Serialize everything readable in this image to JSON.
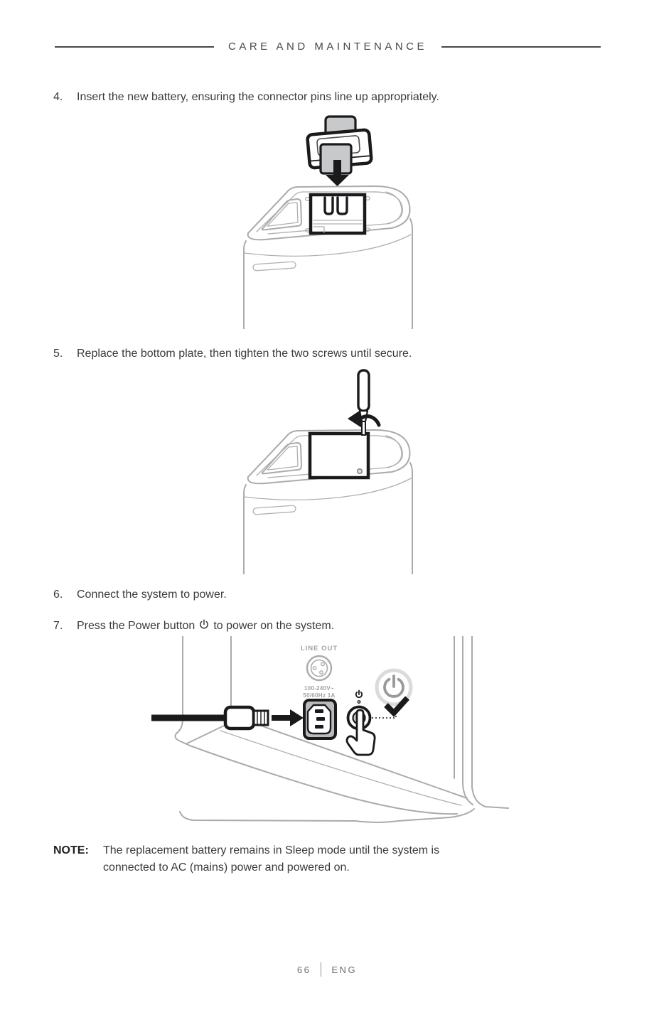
{
  "header": {
    "title": "CARE AND MAINTENANCE"
  },
  "steps": {
    "step4": {
      "number": "4.",
      "text": "Insert the new battery, ensuring the connector pins line up appropriately."
    },
    "step5": {
      "number": "5.",
      "text": "Replace the bottom plate, then tighten the two screws until secure."
    },
    "step6": {
      "number": "6.",
      "text": "Connect the system to power."
    },
    "step7": {
      "number": "7.",
      "text_before": "Press the Power button",
      "text_after": "to power on the system.",
      "icon": "power-icon"
    }
  },
  "illustration_power": {
    "line_out_label": "LINE OUT",
    "voltage_line1": "100-240V~",
    "voltage_line2": "50/60Hz 1A"
  },
  "note": {
    "label": "NOTE:",
    "lines": [
      "The replacement battery remains in Sleep mode until the system is",
      "connected to AC (mains) power and powered on."
    ]
  },
  "footer": {
    "page_number": "66",
    "language": "ENG"
  },
  "colors": {
    "text": "#3b3b3d",
    "line_art_gray": "#a9abad",
    "black": "#1a1a1c",
    "battery_gray": "#c8c9cb",
    "power_symbol_gray": "#98999b",
    "power_ring_light": "#dadbdc"
  }
}
